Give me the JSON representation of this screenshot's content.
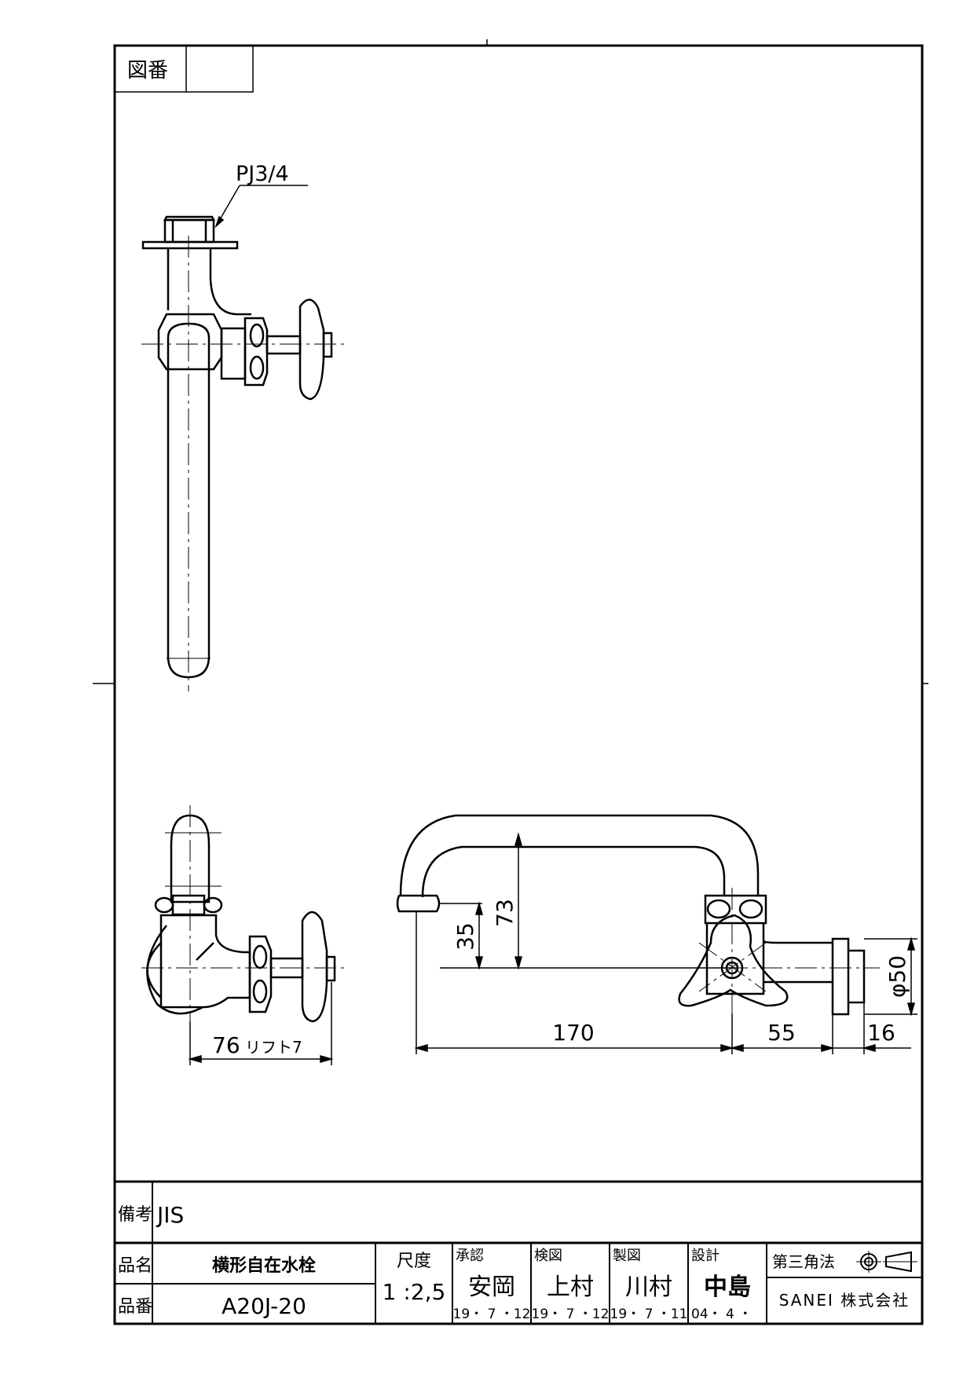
{
  "header": {
    "drawing_no_label": "図番",
    "drawing_no_value": ""
  },
  "views": {
    "thread_label": "PJ3/4",
    "dim_reach_label": "76",
    "dim_reach_suffix": "リフト7",
    "dim_spout_height": "73",
    "dim_outlet_height": "35",
    "dim_spout_length": "170",
    "dim_body_length": "55",
    "dim_flange_thickness": "16",
    "dim_flange_diameter": "φ50"
  },
  "title_block": {
    "remarks_label": "備考",
    "remarks_value": "JIS",
    "name_label": "品名",
    "name_value": "横形自在水栓",
    "part_label": "品番",
    "part_value": "A20J-20",
    "scale_label": "尺度",
    "scale_value": "1 :2,5",
    "approved_label": "承認",
    "approved_name": "安岡",
    "approved_date": "19・ 7 ・12",
    "checked_label": "検図",
    "checked_name": "上村",
    "checked_date": "19・ 7 ・12",
    "drawn_label": "製図",
    "drawn_name": "川村",
    "drawn_date": "19・ 7 ・11",
    "design_label": "設計",
    "design_name": "中島",
    "design_date": "04・ 4 ・",
    "projection_label": "第三角法",
    "company": "SANEI 株式会社"
  }
}
